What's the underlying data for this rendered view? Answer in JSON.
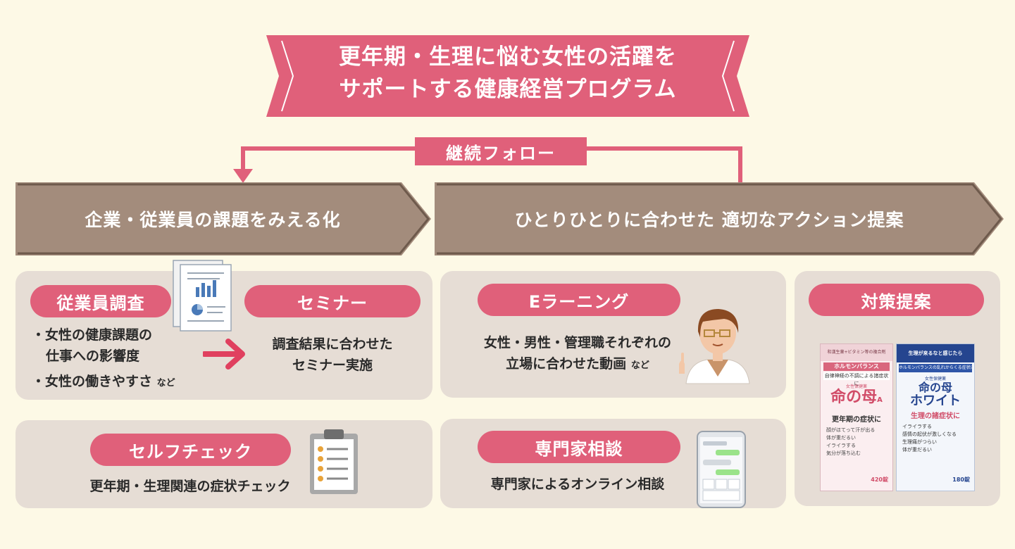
{
  "title": {
    "line1": "更年期・生理に悩む女性の活躍を",
    "line2": "サポートする健康経営プログラム"
  },
  "follow": {
    "label": "継続フォロー"
  },
  "phases": {
    "left": "企業・従業員の課題をみえる化",
    "right": "ひとりひとりに合わせた 適切なアクション提案"
  },
  "survey": {
    "title": "従業員調査",
    "bullet1_line1": "・女性の健康課題の",
    "bullet1_line2": "仕事への影響度",
    "bullet2": "・女性の働きやすさ",
    "bullet2_suffix": "など"
  },
  "seminar": {
    "title": "セミナー",
    "line1": "調査結果に合わせた",
    "line2": "セミナー実施"
  },
  "selfcheck": {
    "title": "セルフチェック",
    "text": "更年期・生理関連の症状チェック"
  },
  "elearning": {
    "title": "Eラーニング",
    "line1": "女性・男性・管理職それぞれの",
    "line2": "立場に合わせた動画",
    "line2_suffix": "など"
  },
  "consult": {
    "title": "専門家相談",
    "text": "専門家によるオンライン相談"
  },
  "proposal": {
    "title": "対策提案"
  },
  "products": {
    "a": {
      "tag1": "和漢生薬+ビタミン等の複合剤",
      "band": "ホルモンバランス",
      "sub": "自律神経の不調による諸症状に",
      "brand_small": "女性保健薬",
      "brand": "命の母",
      "brand_suffix": "A",
      "headline": "更年期の症状に",
      "items": [
        "顔がほてって汗が出る",
        "体が重だるい",
        "イライラする",
        "気分が落ち込む"
      ],
      "count": "420錠"
    },
    "b": {
      "tag1": "生理が来るなと感じたら",
      "band": "ホルモンバランスの乱れからくる症状に",
      "brand_small": "女性保健薬",
      "brand": "命の母",
      "brand2": "ホワイト",
      "headline": "生理の諸症状に",
      "items": [
        "イライラする",
        "感情の起伏が激しくなる",
        "生理痛がつらい",
        "体が重だるい"
      ],
      "count": "180錠"
    }
  },
  "colors": {
    "background": "#fdf9e6",
    "accent_pink": "#e0607a",
    "phase_brown": "#a38c7c",
    "card": "#e6ddd5"
  }
}
